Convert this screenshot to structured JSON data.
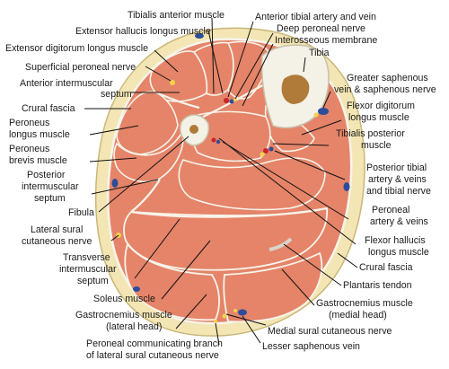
{
  "colors": {
    "skin": "#f3e6b4",
    "skin_edge": "#c9b67a",
    "muscle": "#e58469",
    "muscle_edge": "#a8523d",
    "bone": "#f4f1e6",
    "marrow": "#b07a38",
    "nerve": "#f2d44a",
    "artery": "#c8262a",
    "vein": "#2d4d9a",
    "fascia": "#f7f4ea"
  },
  "labels": {
    "tibialis_anterior": "Tibialis anterior muscle",
    "ext_hallucis": "Extensor hallucis longus muscle",
    "ext_digitorum": "Extensor digitorum longus muscle",
    "sup_peroneal_nerve": "Superficial peroneal nerve",
    "ant_intermuscular_1": "Anterior intermuscular",
    "ant_intermuscular_2": "septum",
    "crural_fascia_left": "Crural fascia",
    "peroneus_longus_1": "Peroneus",
    "peroneus_longus_2": "longus muscle",
    "peroneus_brevis_1": "Peroneus",
    "peroneus_brevis_2": "brevis muscle",
    "post_intermuscular_1": "Posterior",
    "post_intermuscular_2": "intermuscular",
    "post_intermuscular_3": "septum",
    "fibula": "Fibula",
    "lat_sural_1": "Lateral sural",
    "lat_sural_2": "cutaneous nerve",
    "transverse_1": "Transverse",
    "transverse_2": "intermuscular",
    "transverse_3": "septum",
    "soleus": "Soleus muscle",
    "gastroc_lat_1": "Gastrocnemius muscle",
    "gastroc_lat_2": "(lateral head)",
    "peroneal_comm_1": "Peroneal communicating branch",
    "peroneal_comm_2": "of lateral sural cutaneous nerve",
    "ant_tibial_art": "Anterior tibial artery and vein",
    "deep_peroneal": "Deep peroneal nerve",
    "interosseous": "Interosseous membrane",
    "tibia": "Tibia",
    "great_saph_1": "Greater saphenous",
    "great_saph_2": "vein & saphenous nerve",
    "flex_dig_1": "Flexor digitorum",
    "flex_dig_2": "longus muscle",
    "tib_post_1": "Tibialis posterior",
    "tib_post_2": "muscle",
    "post_tibial_1": "Posterior tibial",
    "post_tibial_2": "artery & veins",
    "post_tibial_3": "and tibial nerve",
    "peroneal_art_1": "Peroneal",
    "peroneal_art_2": "artery & veins",
    "flex_hallucis_1": "Flexor hallucis",
    "flex_hallucis_2": "longus muscle",
    "crural_fascia_right": "Crural fascia",
    "plantaris": "Plantaris tendon",
    "gastroc_med_1": "Gastrocnemius muscle",
    "gastroc_med_2": "(medial head)",
    "med_sural": "Medial sural cutaneous nerve",
    "lesser_saph": "Lesser saphenous vein"
  }
}
